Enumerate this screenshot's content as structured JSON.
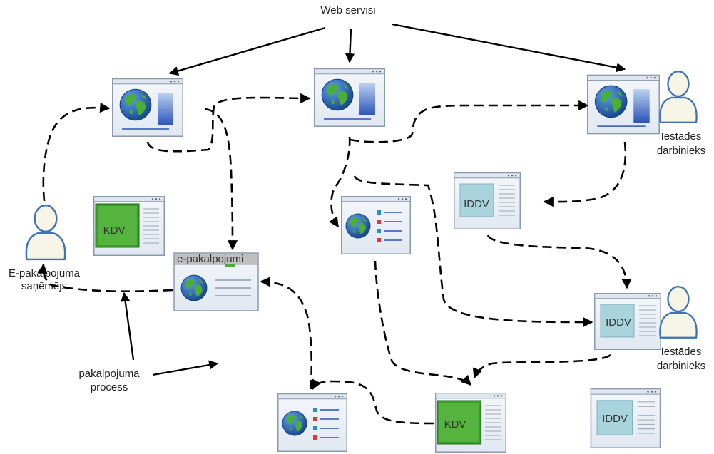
{
  "labels": {
    "web_services": "Web servisi",
    "recipient_line1": "E-pakalpojuma",
    "recipient_line2": "saņēmējs",
    "employee_line1": "Iestādes",
    "employee_line2": "darbinieks",
    "employee2_line1": "Iestādes",
    "employee2_line2": "darbinieks",
    "process_line1": "pakalpojuma",
    "process_line2": "process",
    "portal_title": "e-pakalpojumi",
    "kdv_1": "KDV",
    "kdv_2": "KDV",
    "iddv_1": "IDDV",
    "iddv_2": "IDDV",
    "iddv_3": "IDDV"
  },
  "colors": {
    "window_border": "#8a9aae",
    "window_bg": "#eef2f7",
    "globe_ocean": "#1f5fa8",
    "globe_land": "#4caf35",
    "kdv_green": "#3a9a2a",
    "iddv_panel": "#a9d3dd",
    "list_blue": "#2a8ad4",
    "list_red": "#d63a3a",
    "person_outline": "#3f73b5",
    "person_fill": "#f7f5e6"
  }
}
